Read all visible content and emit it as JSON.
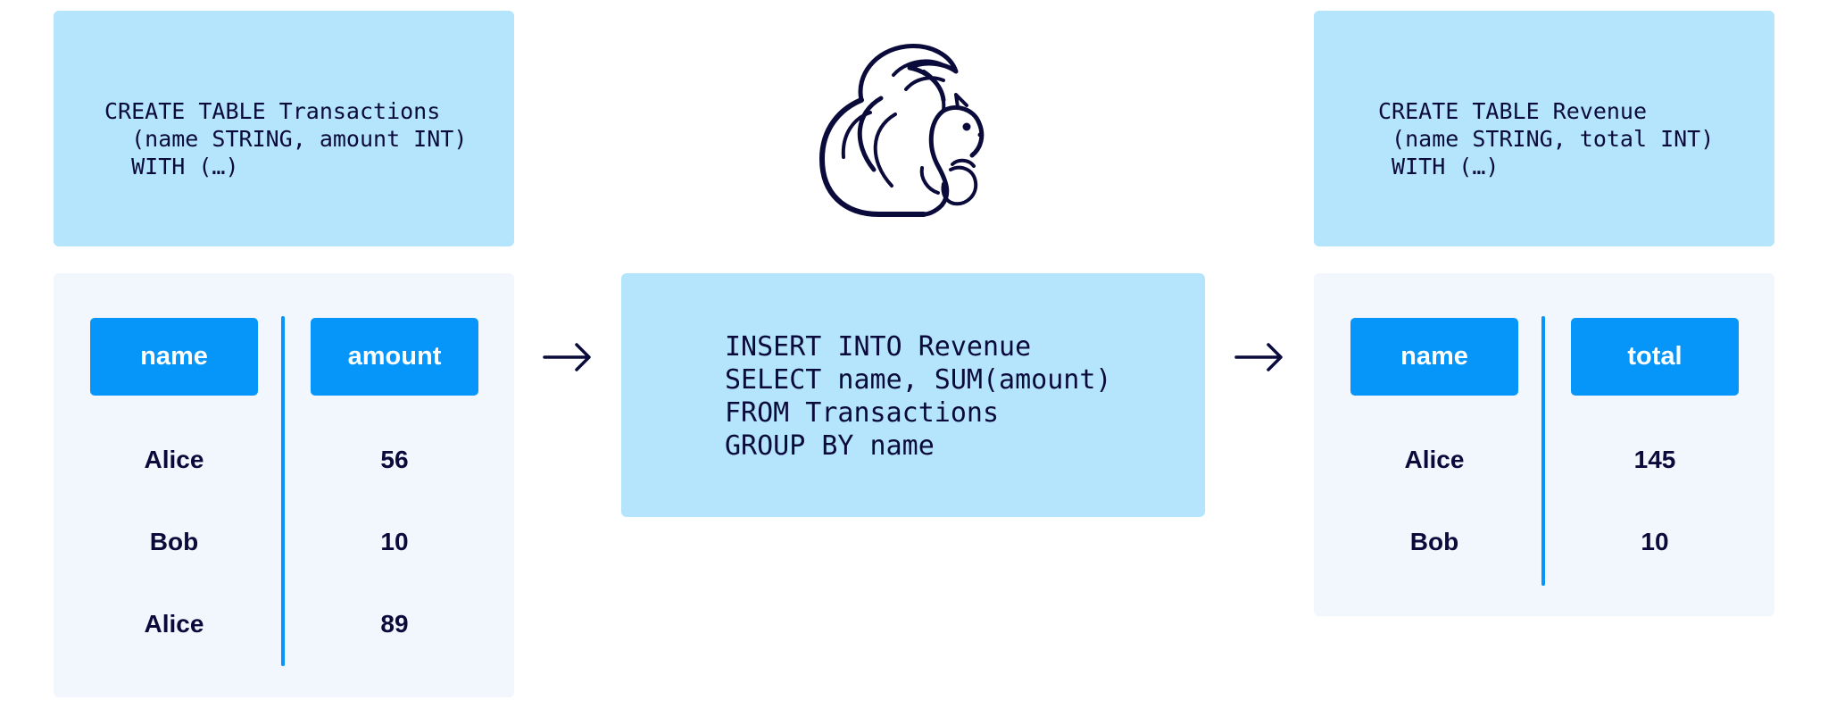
{
  "source_ddl": {
    "lines": [
      "CREATE TABLE Transactions",
      "  (name STRING, amount INT)",
      "  WITH (…)"
    ]
  },
  "sink_ddl": {
    "lines": [
      "CREATE TABLE Revenue",
      " (name STRING, total INT)",
      " WITH (…)"
    ]
  },
  "query": {
    "lines": [
      "INSERT INTO Revenue",
      "SELECT name, SUM(amount)",
      "FROM Transactions",
      "GROUP BY name"
    ]
  },
  "source_table": {
    "columns": [
      "name",
      "amount"
    ],
    "rows": [
      [
        "Alice",
        "56"
      ],
      [
        "Bob",
        "10"
      ],
      [
        "Alice",
        "89"
      ]
    ]
  },
  "sink_table": {
    "columns": [
      "name",
      "total"
    ],
    "rows": [
      [
        "Alice",
        "145"
      ],
      [
        "Bob",
        "10"
      ]
    ]
  },
  "logo": {
    "icon": "squirrel-logo-icon"
  },
  "colors": {
    "light_blue": "#b5e5fd",
    "header_blue": "#0696fa",
    "panel": "#f2f7fe",
    "ink": "#0b0b3b"
  }
}
